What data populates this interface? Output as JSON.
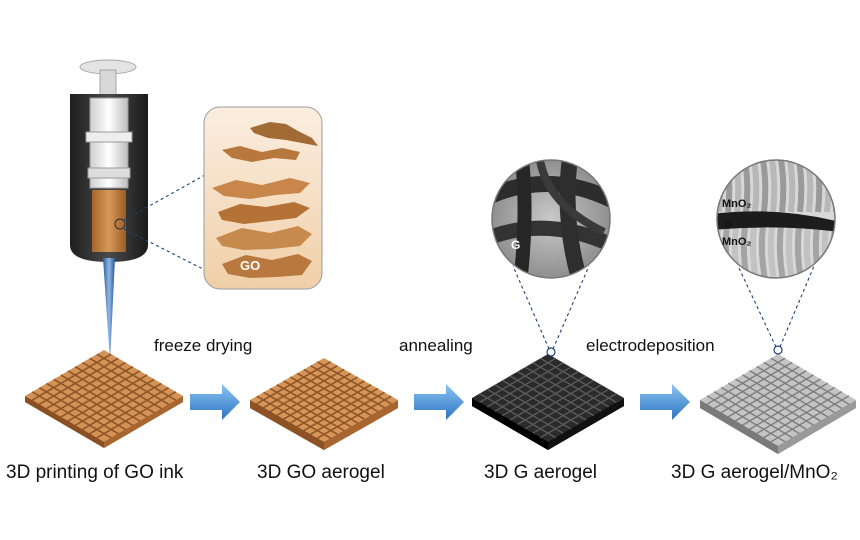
{
  "steps": {
    "freeze_drying": "freeze drying",
    "annealing": "annealing",
    "electrodeposition": "electrodeposition"
  },
  "stages": {
    "printing": "3D printing of GO ink",
    "go_aerogel": "3D GO aerogel",
    "g_aerogel": "3D G aerogel",
    "g_mno2": "3D G aerogel/MnO₂"
  },
  "zoom_labels": {
    "go": "GO",
    "g": "G",
    "mno2_top": "MnO₂",
    "g_mid": "G",
    "mno2_bottom": "MnO₂"
  },
  "colors": {
    "go_brown": "#c8864a",
    "graphene_black": "#1a1a1a",
    "mno2_gray": "#a8a8a8",
    "arrow_blue": "#3d8fd8",
    "nozzle_blue": "#4a78b8"
  }
}
